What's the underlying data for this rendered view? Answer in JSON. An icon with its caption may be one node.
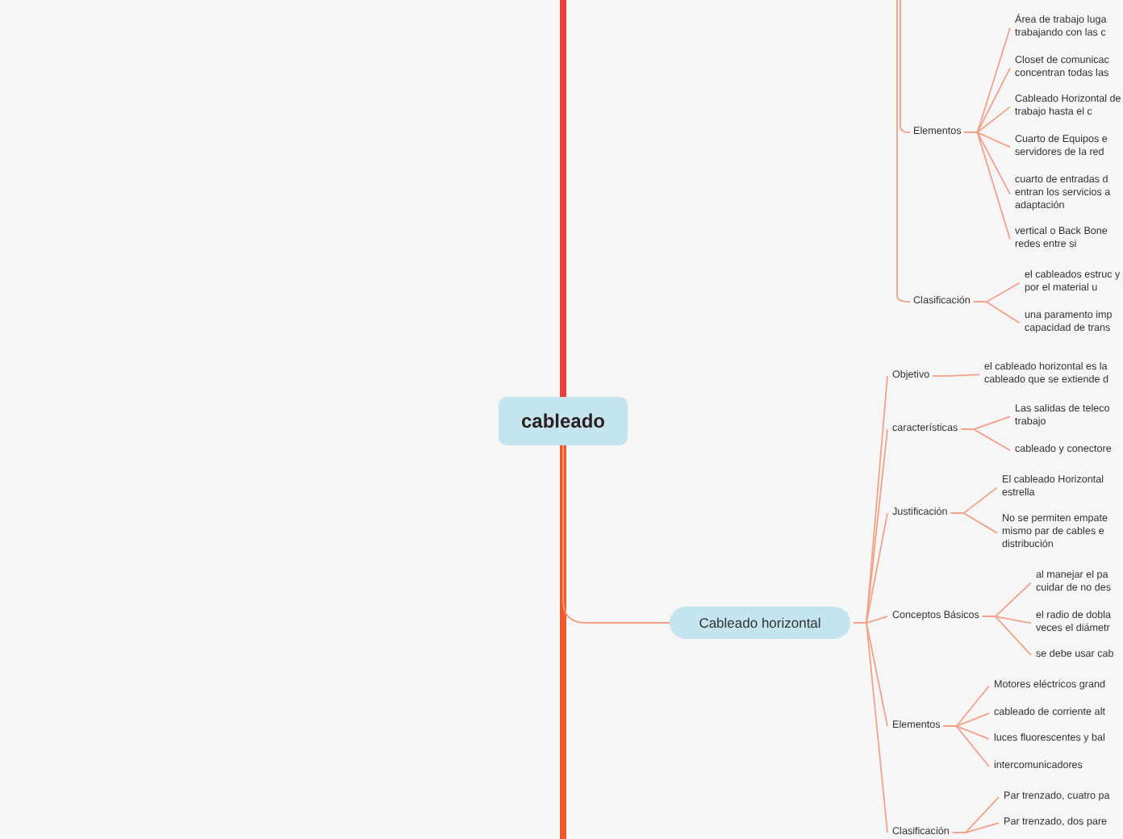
{
  "diagram": {
    "nodes": [
      {
        "text": [
          "cableado"
        ]
      },
      {
        "text": [
          "Elementos"
        ]
      },
      {
        "text": [
          "Área de trabajo luga trabajando con las c"
        ]
      },
      {
        "text": [
          "Closet de comunicac concentran todas las"
        ]
      },
      {
        "text": [
          "Cableado Horizontal de trabajo hasta el c"
        ]
      },
      {
        "text": [
          "Cuarto de Equipos e servidores de la red"
        ]
      },
      {
        "text": [
          "cuarto de entradas d entran los servicios a adaptación"
        ]
      },
      {
        "text": [
          "vertical o Back Bone redes entre si"
        ]
      },
      {
        "text": [
          "Clasificación"
        ]
      },
      {
        "text": [
          "el cableados estruc y por el material u"
        ]
      },
      {
        "text": [
          "una paramento imp capacidad de trans"
        ]
      },
      {
        "text": [
          "Cableado horizontal"
        ]
      },
      {
        "text": [
          "Objetivo"
        ]
      },
      {
        "text": [
          "el cableado horizontal es la cableado que se extiende d"
        ]
      },
      {
        "text": [
          "características"
        ]
      },
      {
        "text": [
          "Las salidas de teleco trabajo"
        ]
      },
      {
        "text": [
          "cableado y conectore"
        ]
      },
      {
        "text": [
          "Justificación"
        ]
      },
      {
        "text": [
          "El cableado Horizontal estrella"
        ]
      },
      {
        "text": [
          "No se permiten empate mismo par de cables e distribución"
        ]
      },
      {
        "text": [
          "Conceptos Básicos"
        ]
      },
      {
        "text": [
          "al manejar el pa cuidar de no des"
        ]
      },
      {
        "text": [
          "el radio de dobla veces el diámetr"
        ]
      },
      {
        "text": [
          "se debe usar cab"
        ]
      },
      {
        "text": [
          "Elementos"
        ]
      },
      {
        "text": [
          "Motores eléctricos grand"
        ]
      },
      {
        "text": [
          "cableado de corriente alt"
        ]
      },
      {
        "text": [
          "luces fluorescentes y bal"
        ]
      },
      {
        "text": [
          "intercomunicadores"
        ]
      },
      {
        "text": [
          "Clasificación"
        ]
      },
      {
        "text": [
          "Par trenzado, cuatro pa"
        ]
      },
      {
        "text": [
          "Par trenzado, dos pare"
        ]
      }
    ],
    "edges": [
      {
        "from": 0,
        "to": null,
        "arrow": "none",
        "style": "thick",
        "color": "#e8403a"
      },
      {
        "from": 0,
        "to": null,
        "arrow": "none",
        "style": "thick",
        "color": "#ee5a2b"
      },
      {
        "from": null,
        "to": 1,
        "arrow": "none"
      },
      {
        "from": 1,
        "to": 2,
        "arrow": "none"
      },
      {
        "from": 1,
        "to": 3,
        "arrow": "none"
      },
      {
        "from": 1,
        "to": 4,
        "arrow": "none"
      },
      {
        "from": 1,
        "to": 5,
        "arrow": "none"
      },
      {
        "from": 1,
        "to": 6,
        "arrow": "none"
      },
      {
        "from": 1,
        "to": 7,
        "arrow": "none"
      },
      {
        "from": null,
        "to": 8,
        "arrow": "none"
      },
      {
        "from": 8,
        "to": 9,
        "arrow": "none"
      },
      {
        "from": 8,
        "to": 10,
        "arrow": "none"
      },
      {
        "from": 0,
        "to": 11,
        "arrow": "none"
      },
      {
        "from": 11,
        "to": 12,
        "arrow": "none"
      },
      {
        "from": 12,
        "to": 13,
        "arrow": "none"
      },
      {
        "from": 11,
        "to": 14,
        "arrow": "none"
      },
      {
        "from": 14,
        "to": 15,
        "arrow": "none"
      },
      {
        "from": 14,
        "to": 16,
        "arrow": "none"
      },
      {
        "from": 11,
        "to": 17,
        "arrow": "none"
      },
      {
        "from": 17,
        "to": 18,
        "arrow": "none"
      },
      {
        "from": 17,
        "to": 19,
        "arrow": "none"
      },
      {
        "from": 11,
        "to": 20,
        "arrow": "none"
      },
      {
        "from": 20,
        "to": 21,
        "arrow": "none"
      },
      {
        "from": 20,
        "to": 22,
        "arrow": "none"
      },
      {
        "from": 20,
        "to": 23,
        "arrow": "none"
      },
      {
        "from": 11,
        "to": 24,
        "arrow": "none"
      },
      {
        "from": 24,
        "to": 25,
        "arrow": "none"
      },
      {
        "from": 24,
        "to": 26,
        "arrow": "none"
      },
      {
        "from": 24,
        "to": 27,
        "arrow": "none"
      },
      {
        "from": 24,
        "to": 28,
        "arrow": "none"
      },
      {
        "from": 11,
        "to": 29,
        "arrow": "none"
      },
      {
        "from": 29,
        "to": 30,
        "arrow": "none"
      },
      {
        "from": 29,
        "to": 31,
        "arrow": "none"
      }
    ]
  }
}
